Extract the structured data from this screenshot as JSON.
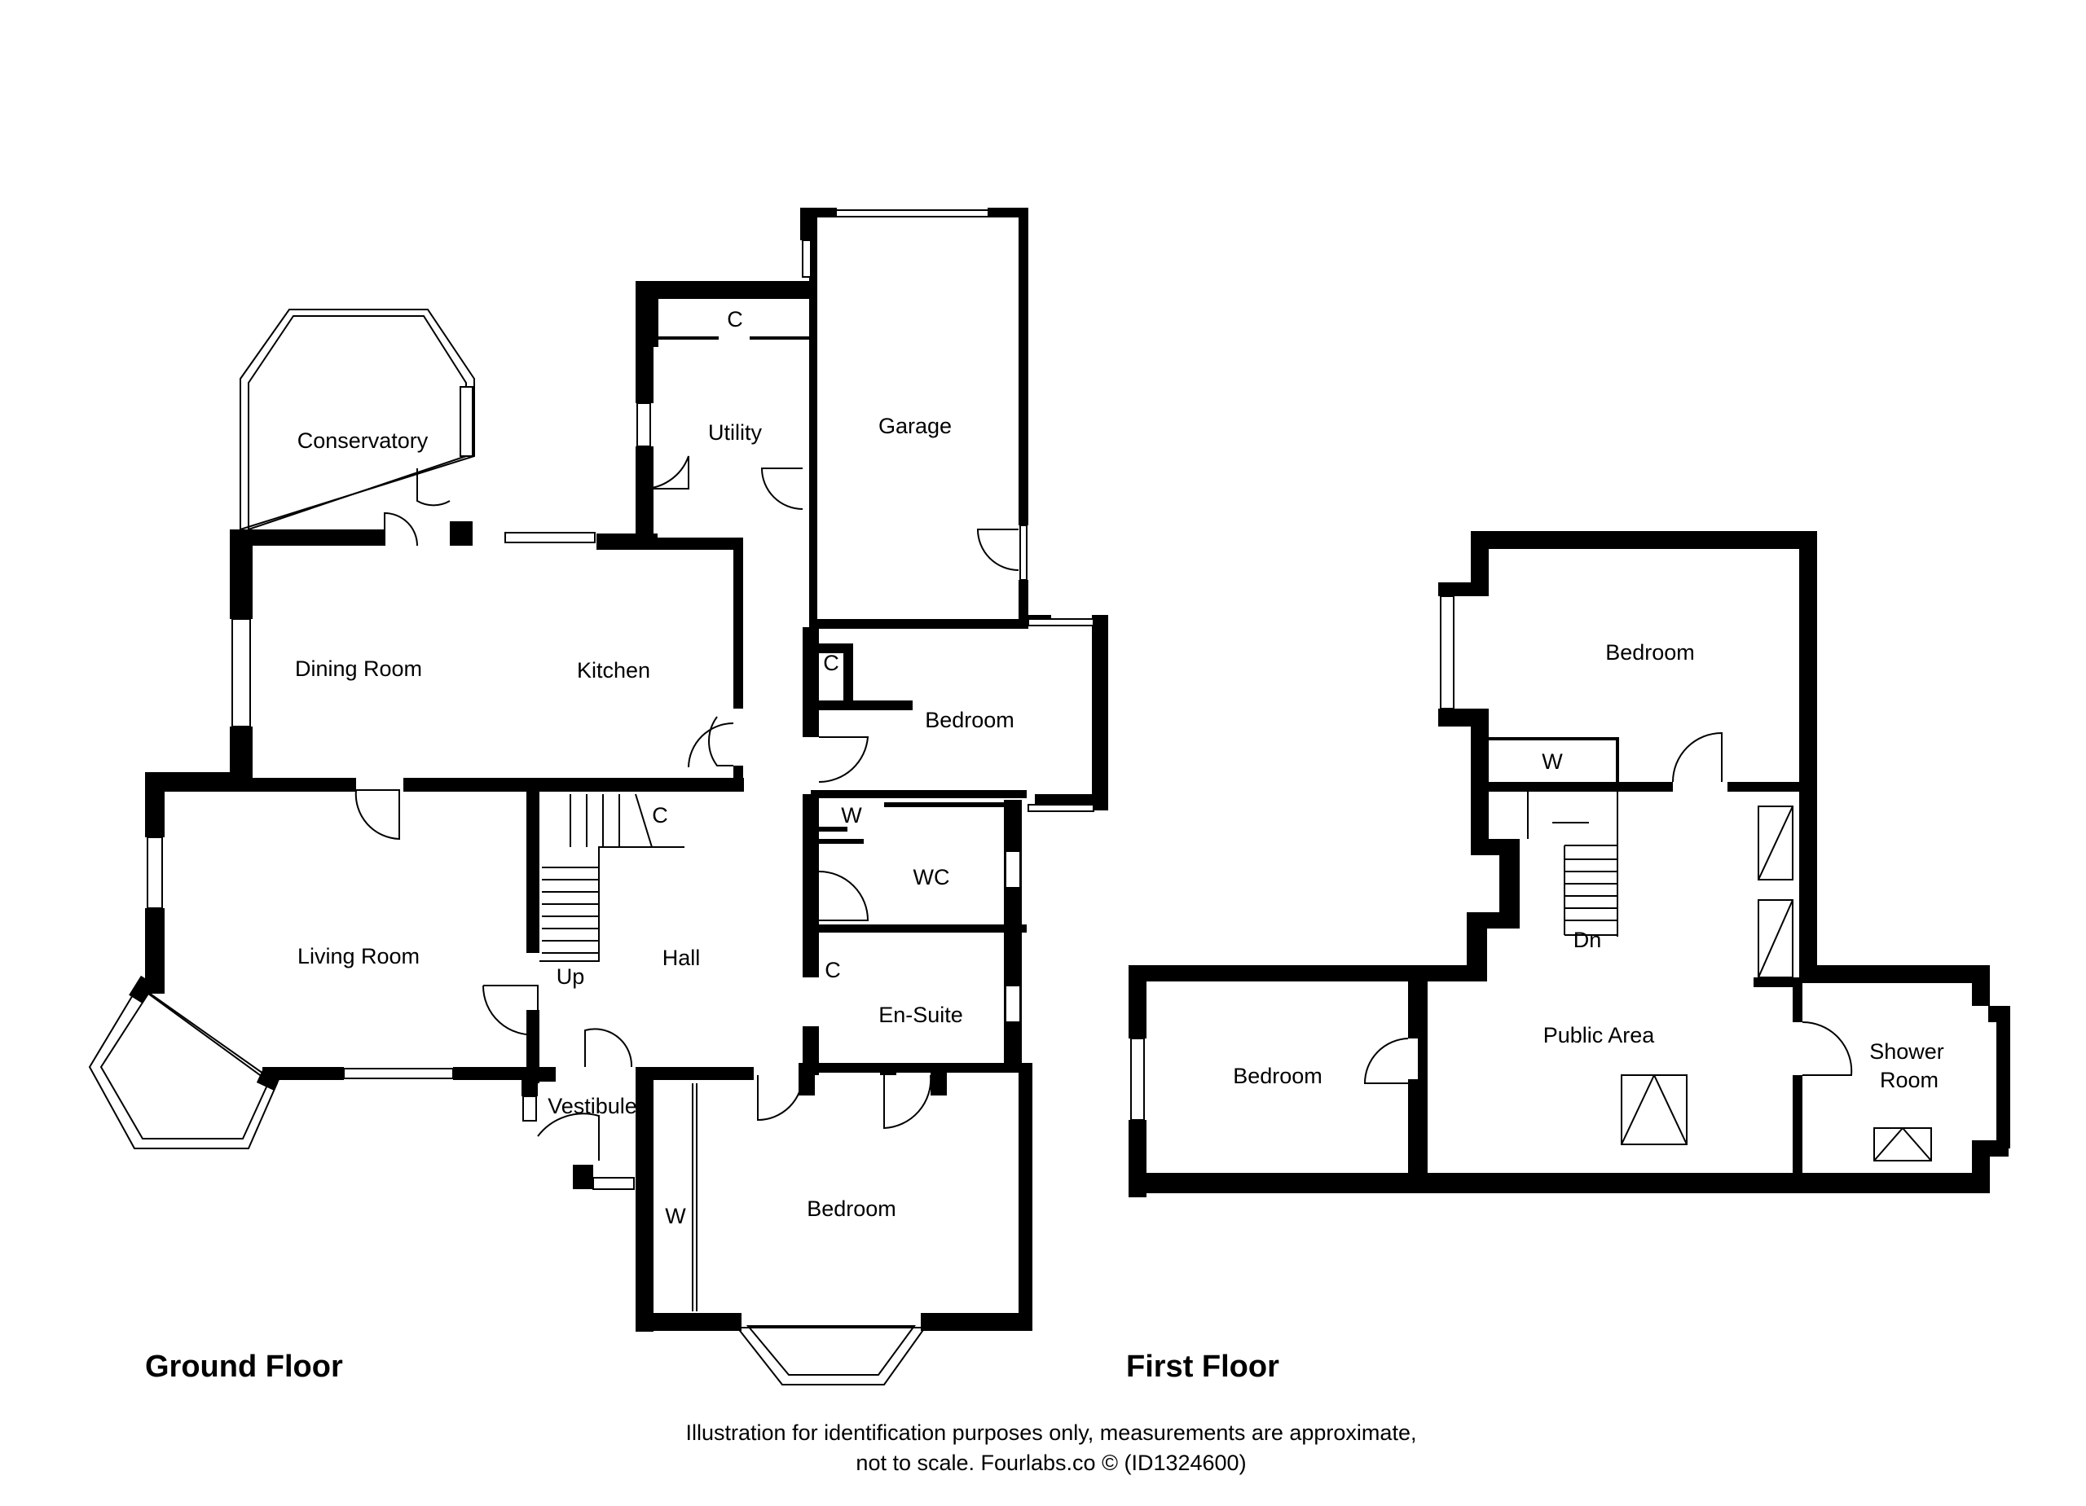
{
  "ground_floor": {
    "title": "Ground Floor",
    "rooms": {
      "conservatory": "Conservatory",
      "utility": "Utility",
      "garage": "Garage",
      "dining_room": "Dining Room",
      "kitchen": "Kitchen",
      "bedroom_1": "Bedroom",
      "living_room": "Living Room",
      "hall": "Hall",
      "wc": "WC",
      "en_suite": "En-Suite",
      "vestibule": "Vestibule",
      "bedroom_2": "Bedroom"
    },
    "labels": {
      "cupboard_utility": "C",
      "cupboard_hall_top": "C",
      "cupboard_stairs": "C",
      "cupboard_ensuite": "C",
      "wardrobe_hall": "W",
      "wardrobe_bedroom": "W",
      "stairs_up": "Up"
    }
  },
  "first_floor": {
    "title": "First Floor",
    "rooms": {
      "bedroom_top": "Bedroom",
      "bedroom_left": "Bedroom",
      "public_area": "Public Area",
      "shower_room_line1": "Shower",
      "shower_room_line2": "Room"
    },
    "labels": {
      "wardrobe": "W",
      "stairs_down": "Dn"
    }
  },
  "disclaimer": {
    "line1": "Illustration for identification purposes only, measurements are approximate,",
    "line2": "not to scale. Fourlabs.co © (ID1324600)"
  }
}
